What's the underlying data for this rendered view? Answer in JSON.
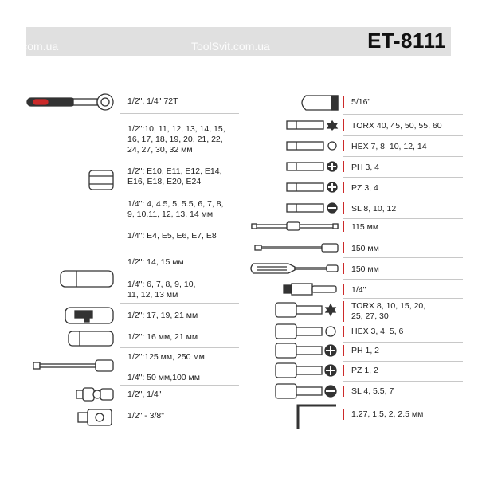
{
  "header": {
    "model": "ET-8111",
    "watermark_left": "Svit.com.ua",
    "watermark_right": "ToolSvit.com.ua"
  },
  "left_items": [
    {
      "icon": "ratchet-icon",
      "text": "1/2\", 1/4\" 72T"
    },
    {
      "icon": "socket-icon",
      "lines": [
        "1/2\":10, 11, 12, 13, 14, 15,",
        "16, 17, 18, 19, 20, 21, 22,",
        "24, 27, 30, 32 мм",
        "1/2\": E10, E11, E12, E14,",
        "E16, E18, E20, E24",
        "1/4\": 4, 4.5, 5, 5.5, 6, 7, 8,",
        "9, 10,11, 12, 13, 14 мм",
        "1/4\": E4, E5, E6, E7, E8"
      ]
    },
    {
      "icon": "deep-socket-icon",
      "lines": [
        "1/2\": 14, 15 мм",
        "1/4\": 6, 7, 8, 9, 10,",
        "11, 12, 13 мм"
      ]
    },
    {
      "icon": "impact-socket-icon",
      "text": "1/2\": 17, 19, 21 мм"
    },
    {
      "icon": "spark-plug-socket-icon",
      "text": "1/2\": 16 мм, 21 мм"
    },
    {
      "icon": "extension-bar-icon",
      "lines": [
        "1/2\":125 мм, 250 мм",
        "1/4\": 50 мм,100 мм"
      ]
    },
    {
      "icon": "universal-joint-icon",
      "text": "1/2\", 1/4\""
    },
    {
      "icon": "adapter-icon",
      "text": "1/2\" - 3/8\""
    }
  ],
  "right_items": [
    {
      "icon": "bit-holder-icon",
      "text": "5/16\""
    },
    {
      "icon": "torx-bit-icon",
      "text": "TORX 40, 45, 50, 55, 60"
    },
    {
      "icon": "hex-bit-icon",
      "text": "HEX 7, 8, 10, 12, 14"
    },
    {
      "icon": "phillips-bit-icon",
      "text": "PH 3, 4"
    },
    {
      "icon": "pozidriv-bit-icon",
      "text": "PZ 3, 4"
    },
    {
      "icon": "slotted-bit-icon",
      "text": "SL 8, 10, 12"
    },
    {
      "icon": "t-handle-icon",
      "text": "115 мм"
    },
    {
      "icon": "bit-extension-icon",
      "text": "150 мм"
    },
    {
      "icon": "spinner-handle-icon",
      "text": "150 мм"
    },
    {
      "icon": "bit-adapter-icon",
      "text": "1/4\""
    },
    {
      "icon": "torx-bit-socket-icon",
      "lines": [
        "TORX 8, 10, 15, 20,",
        "25, 27, 30"
      ]
    },
    {
      "icon": "hex-bit-socket-icon",
      "text": "HEX 3, 4, 5, 6"
    },
    {
      "icon": "phillips-bit-socket-icon",
      "text": "PH 1, 2"
    },
    {
      "icon": "pozidriv-bit-socket-icon",
      "text": "PZ 1, 2"
    },
    {
      "icon": "slotted-bit-socket-icon",
      "text": "SL 4, 5.5, 7"
    },
    {
      "icon": "hex-key-icon",
      "text": "1.27, 1.5, 2, 2.5 мм"
    }
  ]
}
